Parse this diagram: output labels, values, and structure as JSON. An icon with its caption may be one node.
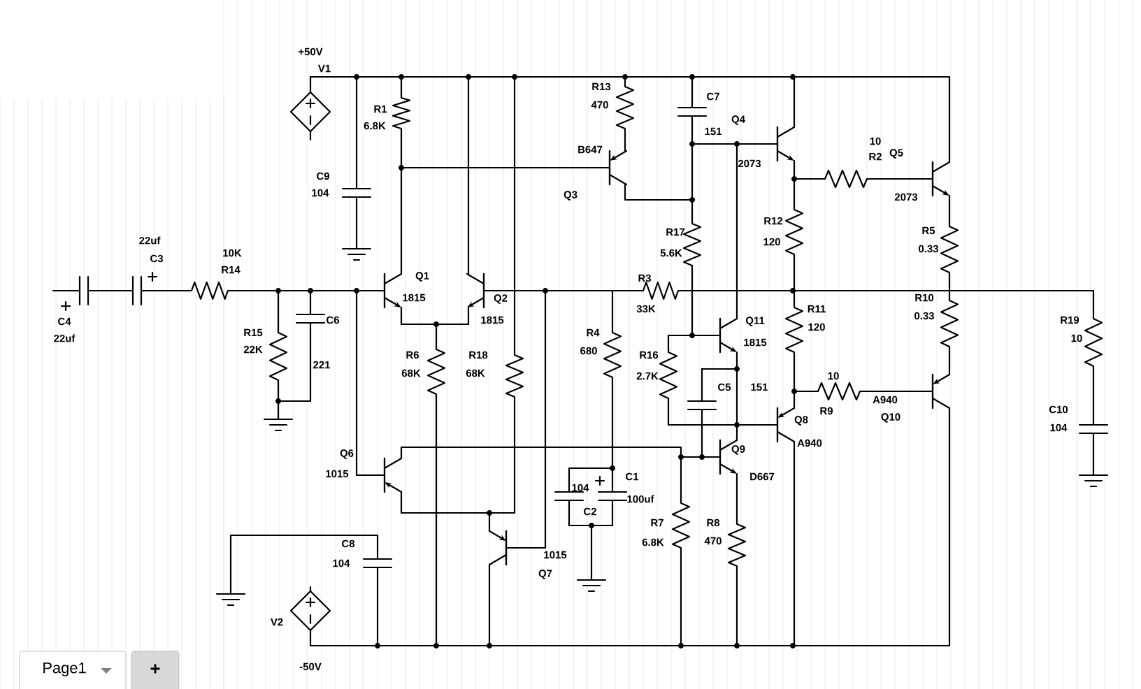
{
  "diagram": {
    "labels": [
      "+50V",
      "V1",
      "R1",
      "6.8K",
      "C9",
      "104",
      "22uf",
      "C3",
      "10K",
      "R14",
      "C4",
      "22uf",
      "R15",
      "22K",
      "C6",
      "221",
      "Q1",
      "1815",
      "Q2",
      "1815",
      "R6",
      "68K",
      "R18",
      "68K",
      "R13",
      "470",
      "C7",
      "Q4",
      "151",
      "B647",
      "Q3",
      "2073",
      "R17",
      "5.6K",
      "R3",
      "33K",
      "R4",
      "680",
      "R16",
      "2.7K",
      "Q11",
      "1815",
      "R11",
      "120",
      "C5",
      "151",
      "R12",
      "120",
      "10",
      "R2",
      "Q5",
      "2073",
      "R5",
      "0.33",
      "R10",
      "0.33",
      "R19",
      "10",
      "10",
      "A940",
      "Q8",
      "R9",
      "Q10",
      "A940",
      "Q9",
      "D667",
      "C10",
      "104",
      "C1",
      "100uf",
      "104",
      "C2",
      "R7",
      "6.8K",
      "R8",
      "470",
      "Q6",
      "1015",
      "1015",
      "Q7",
      "C8",
      "104",
      "V2",
      "-50V",
      "Page1",
      "+"
    ]
  }
}
